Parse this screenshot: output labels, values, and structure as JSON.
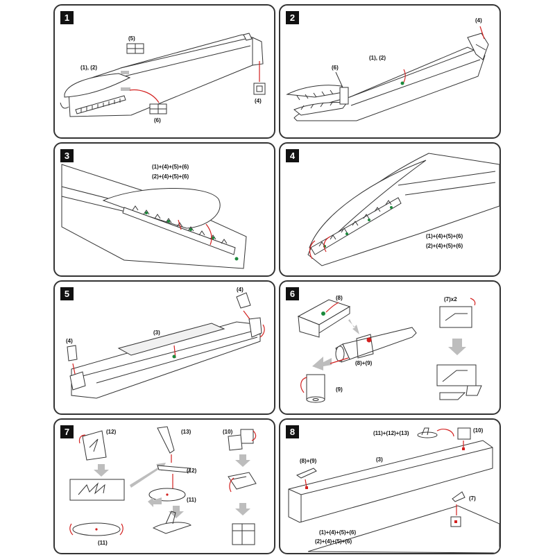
{
  "panels": [
    {
      "number": "1",
      "labels": [
        "(5)",
        "(1), (2)",
        "(6)",
        "(4)"
      ]
    },
    {
      "number": "2",
      "labels": [
        "(4)",
        "(1), (2)",
        "(6)"
      ]
    },
    {
      "number": "3",
      "labels": [
        "(1)+(4)+(5)+(6)",
        "(2)+(4)+(5)+(6)"
      ]
    },
    {
      "number": "4",
      "labels": [
        "(1)+(4)+(5)+(6)",
        "(2)+(4)+(5)+(6)"
      ]
    },
    {
      "number": "5",
      "labels": [
        "(4)",
        "(3)",
        "(4)"
      ]
    },
    {
      "number": "6",
      "labels": [
        "(8)",
        "(7)x2",
        "(8)+(9)",
        "(9)"
      ]
    },
    {
      "number": "7",
      "labels": [
        "(12)",
        "(13)",
        "(10)",
        "(12)",
        "(11)",
        "(11)"
      ]
    },
    {
      "number": "8",
      "labels": [
        "(11)+(12)+(13)",
        "(10)",
        "(8)+(9)",
        "(3)",
        "(7)",
        "(1)+(4)+(5)+(6)",
        "(2)+(4)+(5)+(6)"
      ]
    }
  ],
  "colors": {
    "arrow": "#d3201f",
    "dot": "#1c8a3c",
    "gray_arrow": "#bdbdbd"
  }
}
